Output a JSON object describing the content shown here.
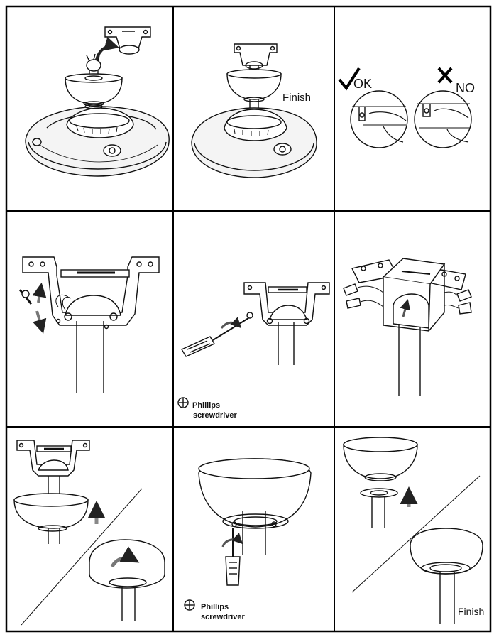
{
  "panels": [
    {
      "id": "p1",
      "labels": []
    },
    {
      "id": "p2",
      "labels": [
        "Finish"
      ]
    },
    {
      "id": "p3",
      "labels": [
        "OK",
        "NO"
      ]
    },
    {
      "id": "p4",
      "labels": []
    },
    {
      "id": "p5",
      "labels": [
        "Phillips",
        "screwdriver"
      ]
    },
    {
      "id": "p6",
      "labels": []
    },
    {
      "id": "p7",
      "labels": []
    },
    {
      "id": "p8",
      "labels": [
        "Phillips",
        "screwdriver"
      ]
    },
    {
      "id": "p9",
      "labels": [
        "Finish"
      ]
    }
  ],
  "text": {
    "finish_top": "Finish",
    "ok": "OK",
    "no": "NO",
    "phillips_mid": "Phillips",
    "screwdriver_mid": "screwdriver",
    "phillips_bottom": "Phillips",
    "screwdriver_bottom": "screwdriver",
    "finish_bottom": "Finish"
  },
  "icons": {
    "ok_mark": "check-icon",
    "no_mark": "cross-icon",
    "phillips_symbol": "phillips-head-icon"
  }
}
